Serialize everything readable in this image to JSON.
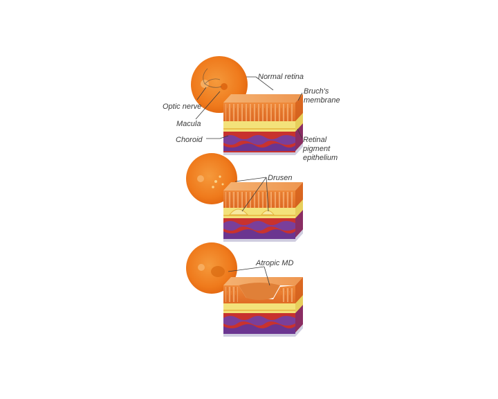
{
  "labels": {
    "normal_retina": "Normal retina",
    "optic_nerve": "Optic nerve",
    "macula": "Macula",
    "choroid": "Choroid",
    "bruchs_membrane_line1": "Bruch's",
    "bruchs_membrane_line2": "membrane",
    "rpe_line1": "Retinal",
    "rpe_line2": "pigment",
    "rpe_line3": "epithelium",
    "drusen": "Drusen",
    "atrophic_md": "Atropic MD"
  },
  "colors": {
    "fundus": "#f07a1a",
    "retina_top": "#f2a25a",
    "retina_front": "#e9732a",
    "rpe_layer": "#f3e27a",
    "choroid_red": "#c8322e",
    "choroid_purple": "#7a3f9a",
    "base": "#d8d6e8",
    "leader": "#3a3a3a"
  }
}
